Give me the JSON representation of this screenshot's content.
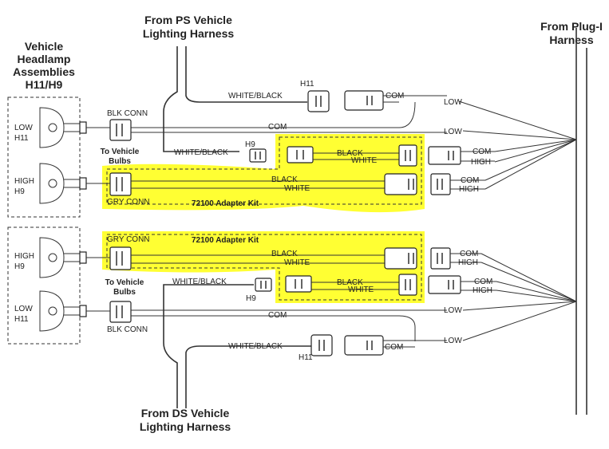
{
  "headers": {
    "ps_top": [
      "From PS Vehicle",
      "Lighting Harness"
    ],
    "ds_bottom": [
      "From DS Vehicle",
      "Lighting Harness"
    ],
    "plug": [
      "From Plug-I",
      "Harness"
    ],
    "headlamp": [
      "Vehicle",
      "Headlamp",
      "Assemblies",
      "H11/H9"
    ]
  },
  "lamps": {
    "low": [
      "LOW",
      "H11"
    ],
    "high": [
      "HIGH",
      "H9"
    ]
  },
  "labels": {
    "blk_conn": "BLK CONN",
    "gry_conn": "GRY CONN",
    "to_vehicle_bulbs": [
      "To Vehicle",
      "Bulbs"
    ],
    "kit": "72100 Adapter Kit",
    "white_black": "WHITE/BLACK",
    "com": "COM",
    "low": "LOW",
    "high": "HIGH",
    "black": "BLACK",
    "white": "WHITE",
    "h11": "H11",
    "h9": "H9"
  },
  "colors": {
    "highlight": "#ffff33",
    "line": "#333333"
  }
}
